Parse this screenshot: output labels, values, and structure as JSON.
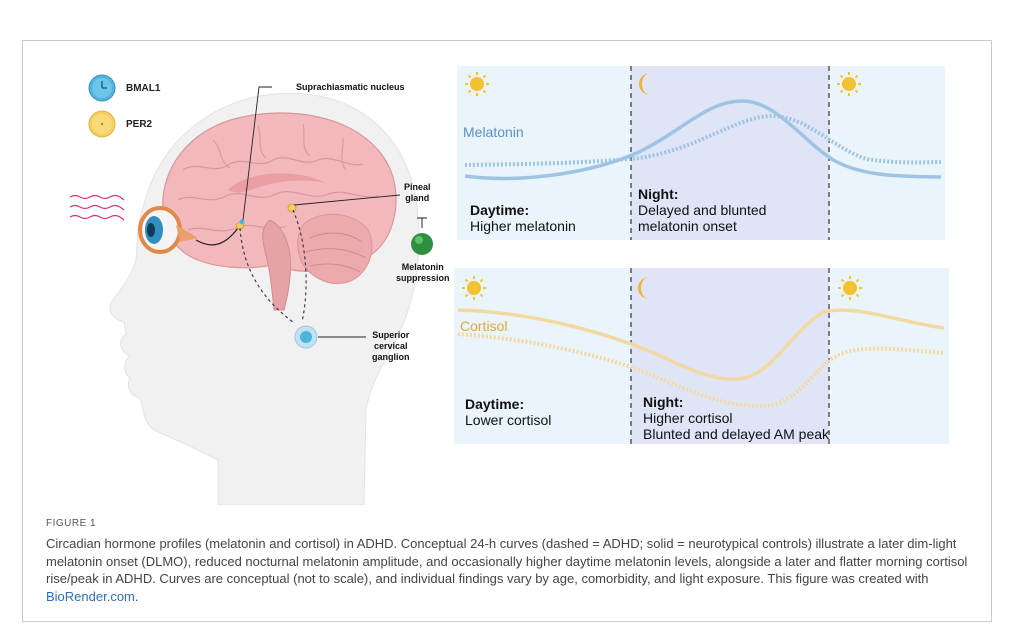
{
  "legend": {
    "bmal1": {
      "label": "BMAL1",
      "color": "#4fb4dc",
      "icon": "clock-icon"
    },
    "per2": {
      "label": "PER2",
      "color": "#f6cf5c",
      "icon": "clock-icon"
    }
  },
  "anatomy_labels": {
    "scn": "Suprachiasmatic nucleus",
    "pineal_line1": "Pineal",
    "pineal_line2": "gland",
    "melatonin_line1": "Melatonin",
    "melatonin_line2": "suppression",
    "scg_line1": "Superior",
    "scg_line2": "cervical",
    "scg_line3": "ganglion"
  },
  "melatonin_panel": {
    "series_label": "Melatonin",
    "series_color": "#5b8fc4",
    "day_title": "Daytime:",
    "day_text": "Higher melatonin",
    "night_title": "Night:",
    "night_line1": "Delayed and blunted",
    "night_line2": "melatonin onset"
  },
  "cortisol_panel": {
    "series_label": "Cortisol",
    "series_color": "#e2a640",
    "day_title": "Daytime:",
    "day_text": "Lower cortisol",
    "night_title": "Night:",
    "night_line1": "Higher cortisol",
    "night_line2": "Blunted and delayed AM peak"
  },
  "icons": {
    "sun": "sun-icon",
    "moon": "moon-icon"
  },
  "caption": {
    "figure_label": "FIGURE 1",
    "text": "Circadian hormone profiles (melatonin and cortisol) in ADHD. Conceptual 24-h curves (dashed = ADHD; solid = neurotypical controls) illustrate a later dim-light melatonin onset (DLMO), reduced nocturnal melatonin amplitude, and occasionally higher daytime melatonin levels, alongside a later and flatter morning cortisol rise/peak in ADHD. Curves are conceptual (not to scale), and individual findings vary by age, comorbidity, and light exposure. This figure was created with ",
    "link_text": "BioRender.com",
    "end": "."
  }
}
